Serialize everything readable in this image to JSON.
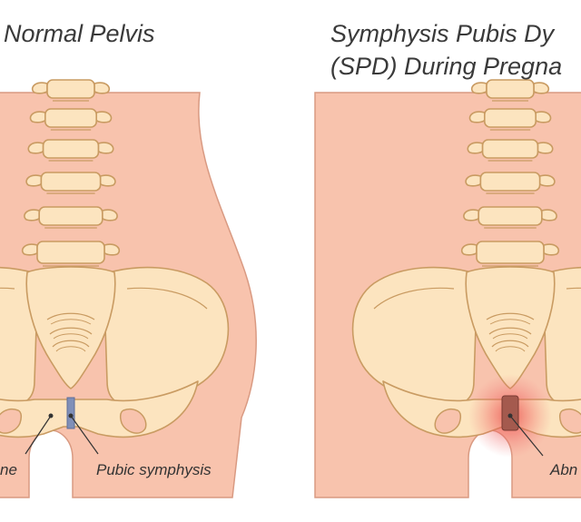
{
  "left_panel": {
    "title": "Normal Pelvis",
    "labels": {
      "bone": "ne",
      "symphysis": "Pubic symphysis"
    }
  },
  "right_panel": {
    "title_line1": "Symphysis Pubis Dy",
    "title_line2": "(SPD) During Pregna",
    "labels": {
      "abnormal": "Abn"
    }
  },
  "colors": {
    "skin": "#f8c3ad",
    "skin_outline": "#d99a82",
    "bone": "#fce4bf",
    "bone_outline": "#c99b62",
    "symphysis": "#7f8fb8",
    "inflammation": "#e83b3b",
    "text": "#333333"
  }
}
